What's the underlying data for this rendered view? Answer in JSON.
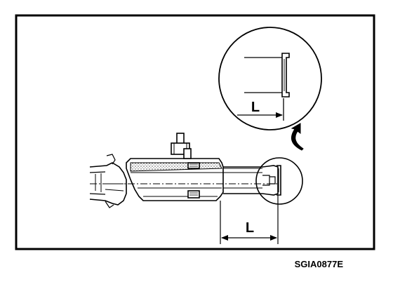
{
  "figure": {
    "dimension_label_detail": "L",
    "dimension_label_main": "L",
    "figure_code": "SGIA0877E"
  },
  "colors": {
    "ink": "#000000",
    "paper": "#ffffff"
  }
}
